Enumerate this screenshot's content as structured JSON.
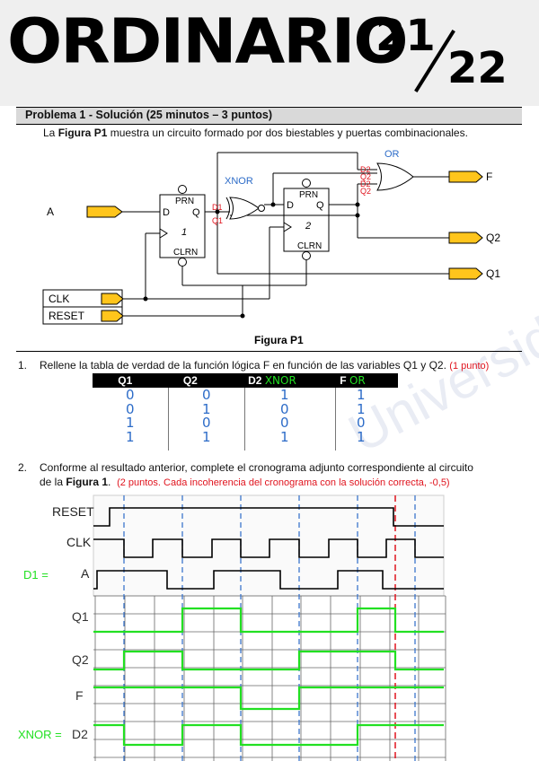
{
  "header": {
    "title": "ORDINARIO",
    "year_top": "21",
    "year_bottom": "22"
  },
  "problem": {
    "heading": "Problema 1 - Solución (25 minutos – 3 puntos)",
    "intro_pre": "La ",
    "intro_figure": "Figura P1",
    "intro_post": " muestra un circuito formado por dos biestables y puertas combinacionales."
  },
  "circuit": {
    "caption": "Figura P1",
    "input_a": "A",
    "input_clk": "CLK",
    "input_reset": "RESET",
    "ff1": {
      "prn": "PRN",
      "d": "D",
      "q": "Q",
      "clrn": "CLRN",
      "num": "1"
    },
    "ff2": {
      "prn": "PRN",
      "d": "D",
      "q": "Q",
      "clrn": "CLRN",
      "num": "2"
    },
    "out_f": "F",
    "out_q2": "Q2",
    "out_q1": "Q1",
    "note_xnor": "XNOR",
    "note_or": "OR",
    "note_d2_top": "D2",
    "note_q2_top": "Q2",
    "note_d1": "D1",
    "note_q1": "Q1",
    "note_d2_side": "D2",
    "note_q2_side": "Q2"
  },
  "question1": {
    "number": "1.",
    "text": "Rellene la tabla de verdad de la función lógica F en función de las variables Q1 y Q2.",
    "points": "(1 punto)",
    "table": {
      "headers": {
        "q1": "Q1",
        "q2": "Q2",
        "d2": "D2",
        "d2_note": "XNOR",
        "f": "F",
        "f_note": "OR"
      },
      "q1": [
        "0",
        "0",
        "1",
        "1"
      ],
      "q2": [
        "0",
        "1",
        "0",
        "1"
      ],
      "d2": [
        "1",
        "0",
        "0",
        "1"
      ],
      "f": [
        "1",
        "1",
        "0",
        "1"
      ]
    }
  },
  "question2": {
    "number": "2.",
    "text_line1": "Conforme al resultado anterior, complete el cronograma adjunto correspondiente al circuito",
    "text_line2_pre": "de la ",
    "text_line2_bold": "Figura 1",
    "text_line2_post": ".",
    "points": "(2 puntos. Cada incoherencia del cronograma con la solución correcta, -0,5)"
  },
  "chronogram": {
    "signals": [
      "RESET",
      "CLK",
      "A",
      "Q1",
      "Q2",
      "F",
      "D2"
    ],
    "labels": {
      "reset": "RESET",
      "clk": "CLK",
      "a_prefix": "D1 =",
      "a": "A",
      "q1": "Q1",
      "q2": "Q2",
      "f": "F",
      "d2_prefix": "XNOR =",
      "d2": "D2"
    },
    "colors": {
      "printed": "#000000",
      "answer": "#22e022",
      "clock_marks": "#2d6cc8",
      "reset_mark": "#e0141e"
    }
  },
  "watermark": "Universidad Politécnica de Madrid"
}
